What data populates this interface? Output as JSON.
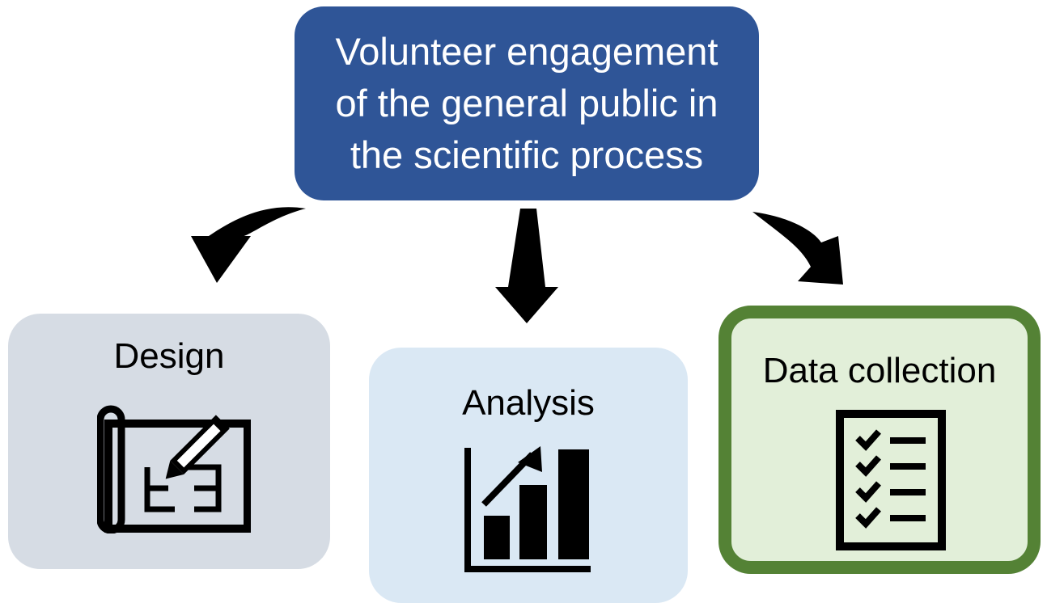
{
  "title": "Volunteer engagement\nof the general public in\nthe scientific process",
  "stages": [
    {
      "label": "Design",
      "icon": "blueprint-pencil-icon"
    },
    {
      "label": "Analysis",
      "icon": "bar-chart-trend-icon"
    },
    {
      "label": "Data collection",
      "icon": "checklist-icon"
    }
  ],
  "colors": {
    "title_box": "#2f5597",
    "design_box": "#d6dce4",
    "analysis_box": "#dae8f4",
    "collection_box": "#e2efd9",
    "collection_border": "#548235"
  }
}
